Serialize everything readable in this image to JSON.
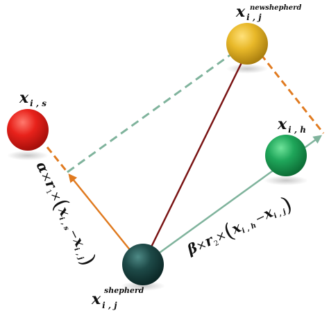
{
  "colors": {
    "orange": "#E07A1F",
    "teal": "#7FB39C",
    "dark_red": "#7A1414",
    "red_circle": "#E8221B",
    "green_circle": "#1FA65A",
    "yellow_circle": "#E8B829",
    "dark_teal_circle": "#1E4A48"
  },
  "nodes": {
    "shepherd": {
      "base": "x",
      "sub": "i , j",
      "sup": "shepherd"
    },
    "new_shepherd": {
      "base": "x",
      "sub": "i , j",
      "sup": "newshepherd"
    },
    "sheep_s": {
      "base": "x",
      "sub": "i , s"
    },
    "sheep_h": {
      "base": "x",
      "sub": "i , h"
    }
  },
  "formula_alpha": {
    "coef": "α",
    "times1": "×",
    "r": "r",
    "r_sub": "1",
    "times2": "×",
    "lparen": "(",
    "x1": "x",
    "x1_sub": "i , s",
    "minus": "−",
    "x2": "x",
    "x2_sub": "i , j",
    "rparen": ")"
  },
  "formula_beta": {
    "coef": "β",
    "times1": "×",
    "r": "r",
    "r_sub": "2",
    "times2": "×",
    "lparen": "(",
    "x1": "x",
    "x1_sub": "i , h",
    "minus": "−",
    "x2": "x",
    "x2_sub": "i , j",
    "rparen": ")"
  }
}
